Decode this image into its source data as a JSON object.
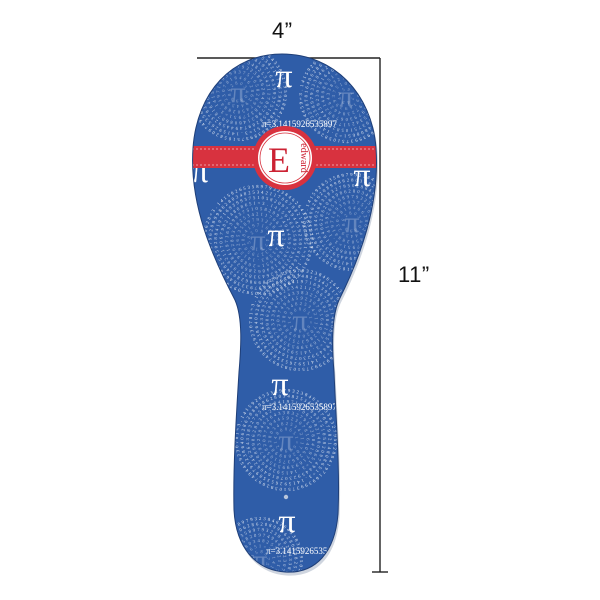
{
  "dimensions": {
    "width_label": "4”",
    "height_label": "11”"
  },
  "product": {
    "monogram_letter": "E",
    "monogram_name": "edward",
    "pi_symbol": "π",
    "pi_digits": "=3.14159265358979323846264338327950288419716939937510582097494459230781640628620899862803482534211706798214808651"
  },
  "colors": {
    "pattern_blue": "#2f5da8",
    "pattern_blue_dark": "#244c91",
    "band_red": "#d8323f",
    "monogram_red": "#cc2233",
    "pattern_text": "#ffffff"
  }
}
